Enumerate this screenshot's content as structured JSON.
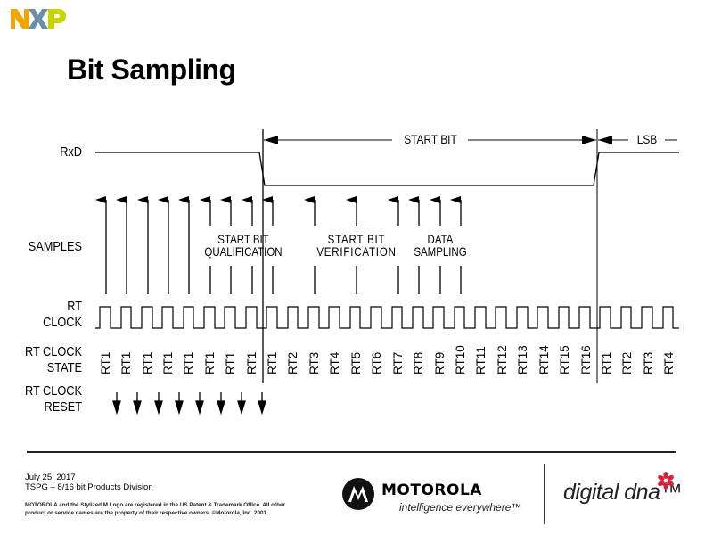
{
  "header": {
    "logo": "NXP",
    "logo_colors": [
      "#f0a500",
      "#6b8fa8",
      "#c8d400"
    ],
    "title": "Bit Sampling"
  },
  "diagram": {
    "signal_labels": {
      "rxd": "RxD",
      "samples": "SAMPLES",
      "rt_clock_line1": "RT",
      "rt_clock_line2": "CLOCK",
      "rt_state_line1": "RT CLOCK",
      "rt_state_line2": "STATE",
      "rt_reset_line1": "RT CLOCK",
      "rt_reset_line2": "RESET"
    },
    "bit_labels": {
      "start_bit": "START BIT",
      "lsb": "LSB"
    },
    "sample_groups": [
      {
        "line1": "START BIT",
        "line2": "QUALIFICATION"
      },
      {
        "line1": "START BIT",
        "line2": "VERIFICATION"
      },
      {
        "line1": "DATA",
        "line2": "SAMPLING"
      }
    ],
    "rt_clock_states": [
      "RT1",
      "RT1",
      "RT1",
      "RT1",
      "RT1",
      "RT1",
      "RT1",
      "RT1",
      "RT1",
      "RT2",
      "RT3",
      "RT4",
      "RT5",
      "RT6",
      "RT7",
      "RT8",
      "RT9",
      "RT10",
      "RT11",
      "RT12",
      "RT13",
      "RT14",
      "RT15",
      "RT16",
      "RT1",
      "RT2",
      "RT3",
      "RT4"
    ],
    "sample_arrow_states": [
      "RT1",
      "RT1",
      "RT1",
      "RT1",
      "RT1",
      "RT1",
      "RT1",
      "RT1",
      "RT1",
      "RT3",
      "RT5",
      "RT7",
      "RT8",
      "RT9",
      "RT10"
    ],
    "reset_arrow_count": 8
  },
  "footer": {
    "date": "July 25, 2017",
    "division": "TSPG – 8/16 bit Products Division",
    "legal_line1": "MOTOROLA and the Stylized M Logo are registered in the US Patent & Trademark Office. All other",
    "legal_line2": "product or service names are the property of their respective owners. ©Motorola, Inc. 2001.",
    "brand": "MOTOROLA",
    "tagline": "intelligence everywhere™",
    "partner_brand": "digital dna™",
    "accent_color": "#d8203a"
  }
}
